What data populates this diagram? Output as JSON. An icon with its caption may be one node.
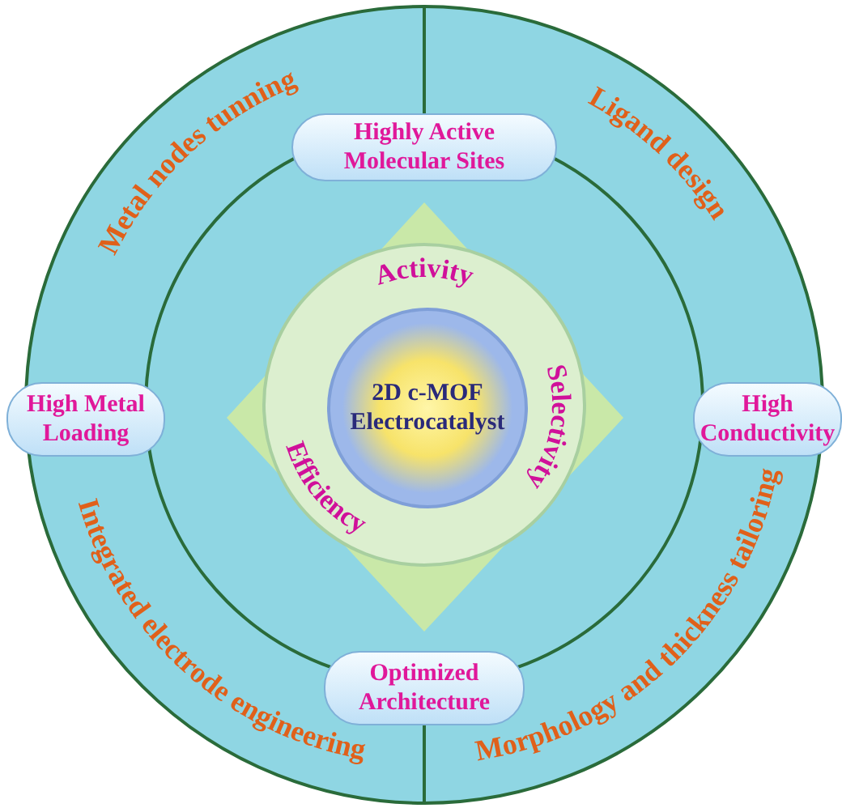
{
  "diagram": {
    "nodes": [
      {
        "text": [
          "Highly Active Molecular Sites"
        ]
      },
      {
        "text": [
          "High Metal Loading"
        ]
      },
      {
        "text": [
          "Activity",
          "Selectivity",
          "Efficiency"
        ]
      },
      {
        "text": [
          "2D c-MOF Electrocatalyst"
        ],
        "in": 2
      },
      {
        "text": [
          "High Conductivity"
        ]
      },
      {
        "text": [
          "Optimized Architecture"
        ]
      }
    ],
    "labels": [
      "Metal nodes tunning",
      "Ligand design",
      "Integrated electrode engineering",
      "Morphology and thickness tailoring"
    ]
  }
}
